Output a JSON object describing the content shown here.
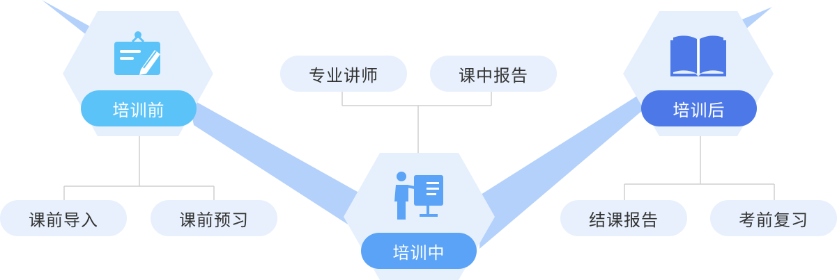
{
  "stages": {
    "pre": {
      "label": "培训前",
      "items": [
        "课前导入",
        "课前预习"
      ],
      "icon": "notepad-pen-icon"
    },
    "during": {
      "label": "培训中",
      "items": [
        "专业讲师",
        "课中报告"
      ],
      "icon": "teacher-board-icon"
    },
    "post": {
      "label": "培训后",
      "items": [
        "结课报告",
        "考前复习"
      ],
      "icon": "open-book-icon"
    }
  },
  "colors": {
    "hexagon_fill": "#e6f0fd",
    "ribbon": "#b4d1fb",
    "pre_accent": "#5cc3f8",
    "during_accent": "#5aa3f7",
    "post_accent": "#4d79e8",
    "item_fill": "#e7f0fc",
    "connector": "#cfcfcf"
  }
}
